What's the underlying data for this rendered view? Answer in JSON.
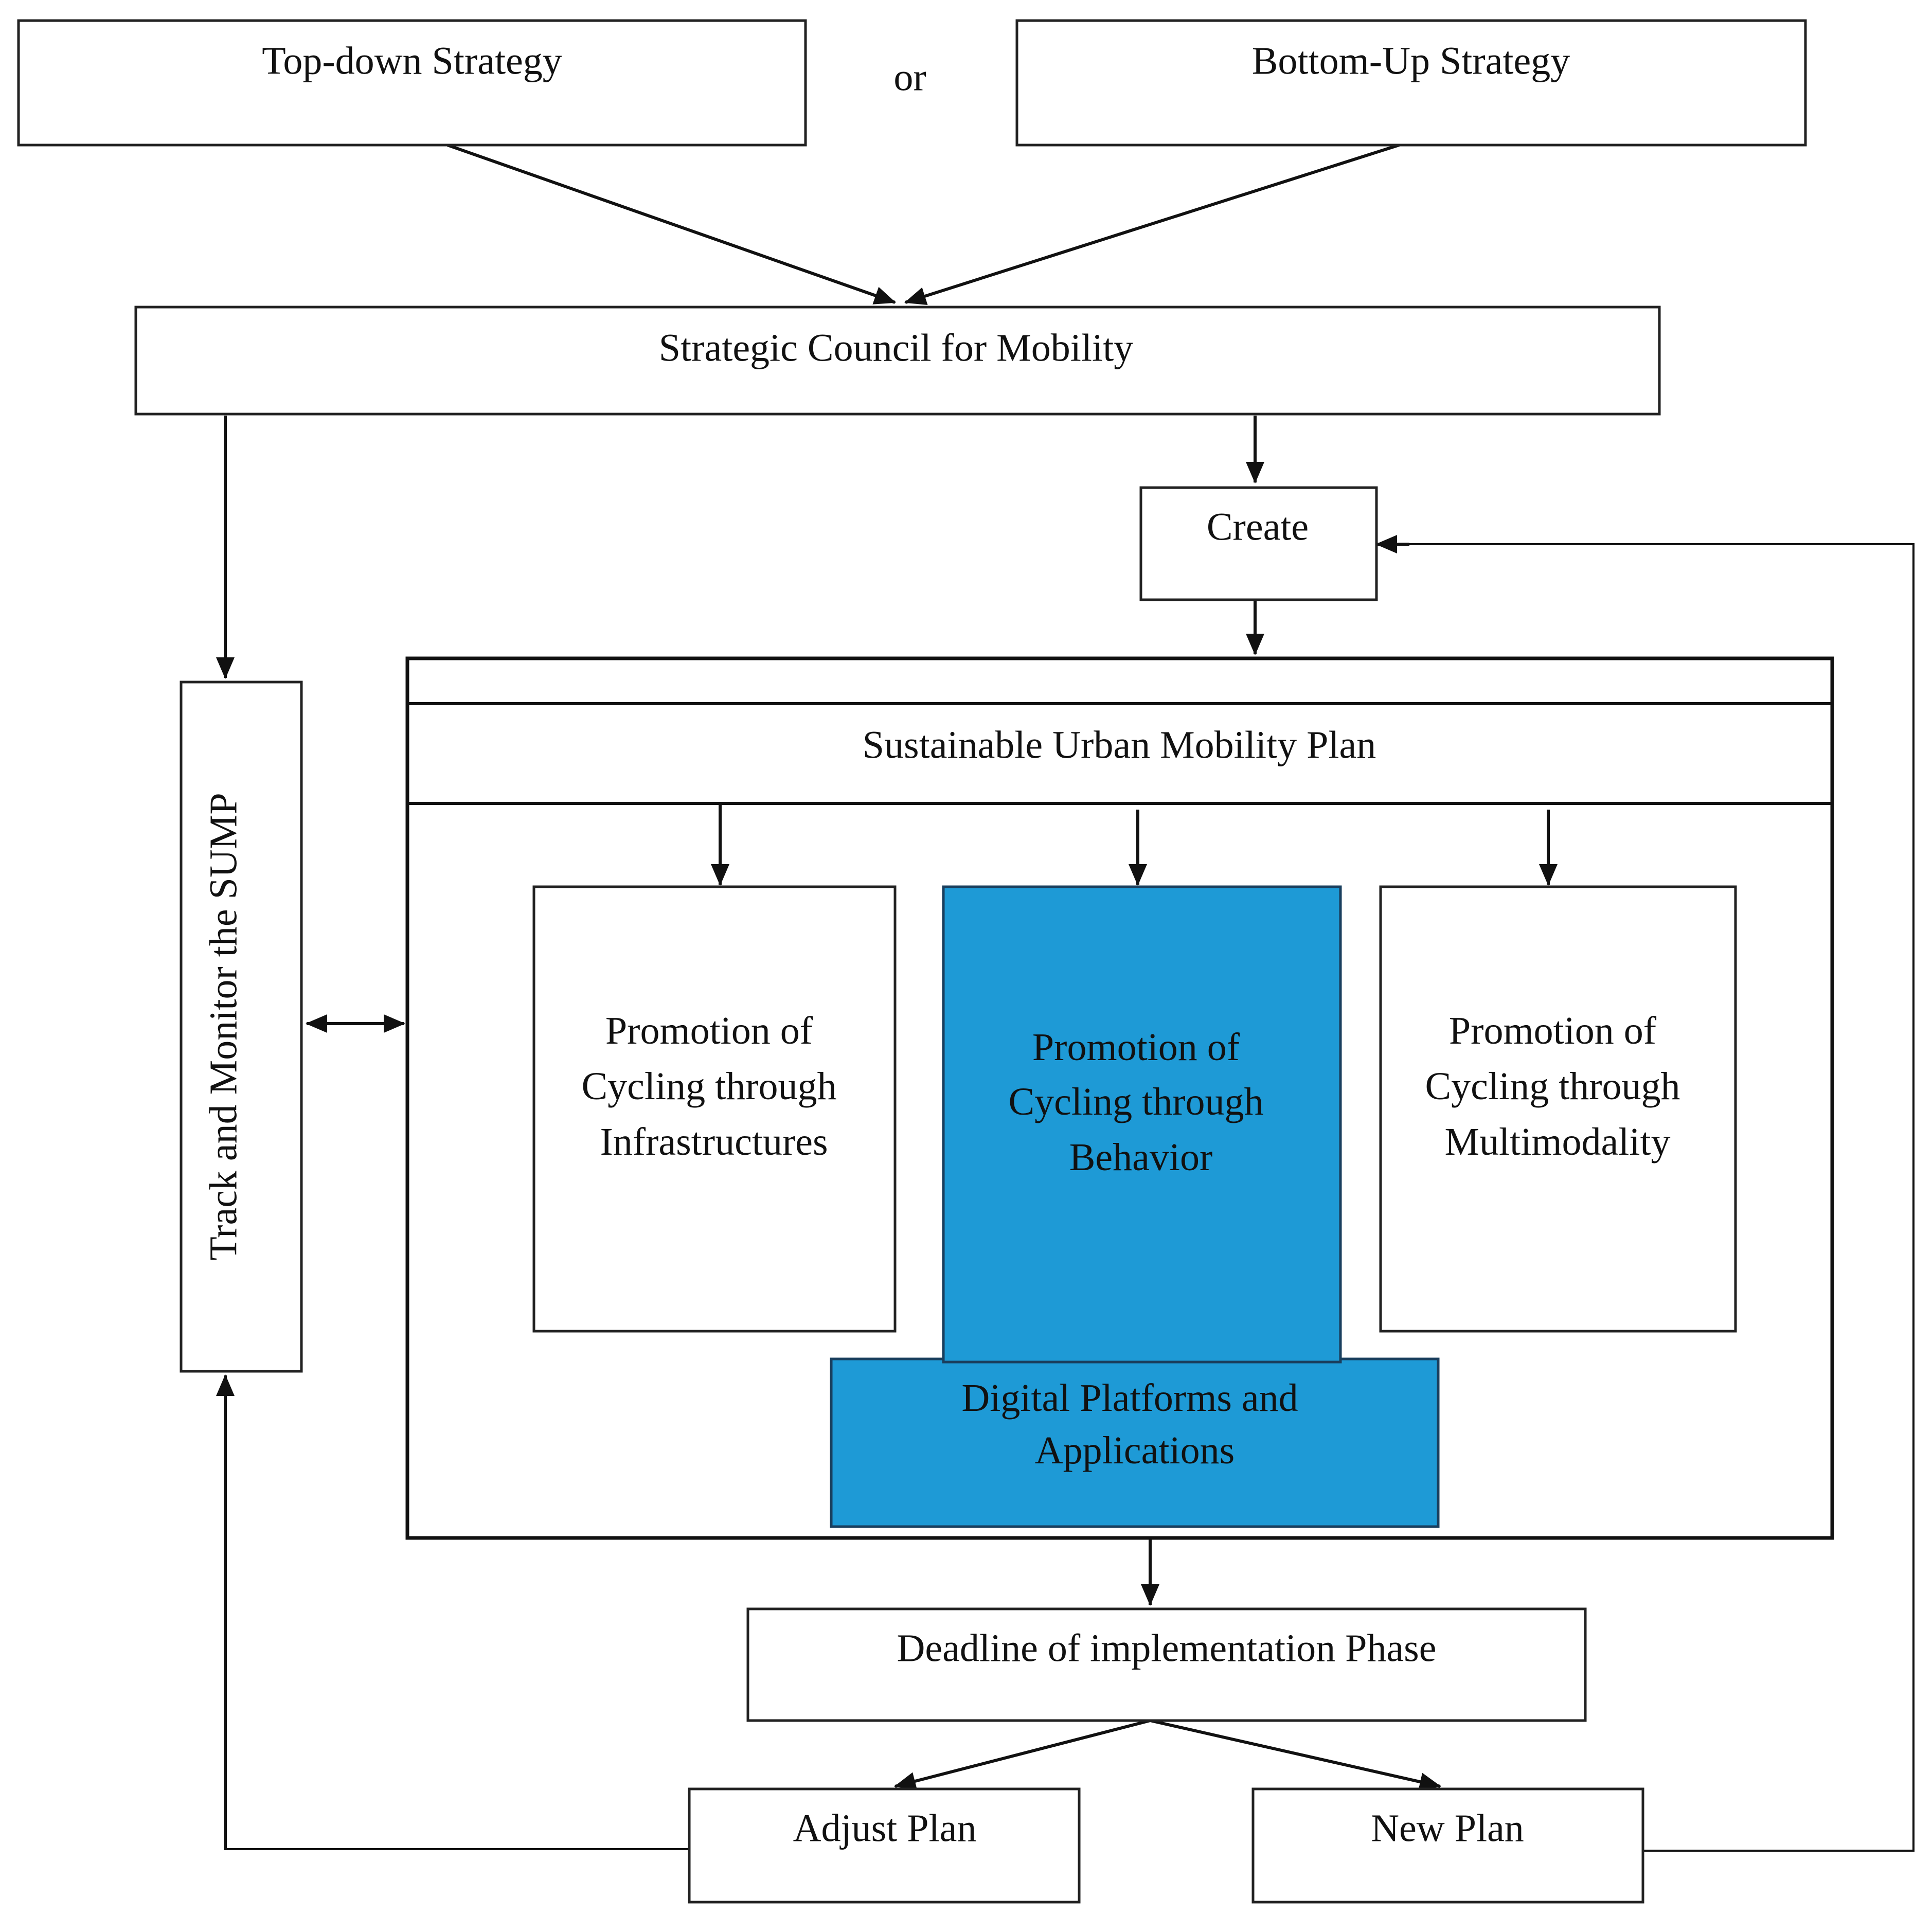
{
  "colors": {
    "highlight_fill": "#1E9AD6",
    "highlight_text": "#ffffff",
    "box_stroke": "#222222",
    "text": "#111111"
  },
  "nodes": {
    "top_down": "Top-down Strategy",
    "or": "or",
    "bottom_up": "Bottom-Up Strategy",
    "council": "Strategic Council for Mobility",
    "create": "Create",
    "track": "Track and Monitor the SUMP",
    "sump": "Sustainable Urban Mobility Plan",
    "infra": [
      "Promotion of",
      "Cycling through",
      "Infrastructures"
    ],
    "behavior": [
      "Promotion of",
      "Cycling through",
      "Behavior"
    ],
    "multi": [
      "Promotion of",
      "Cycling through",
      "Multimodality"
    ],
    "digital": [
      "Digital Platforms and",
      "Applications"
    ],
    "deadline": "Deadline of implementation Phase",
    "adjust": "Adjust Plan",
    "new_plan": "New Plan"
  }
}
